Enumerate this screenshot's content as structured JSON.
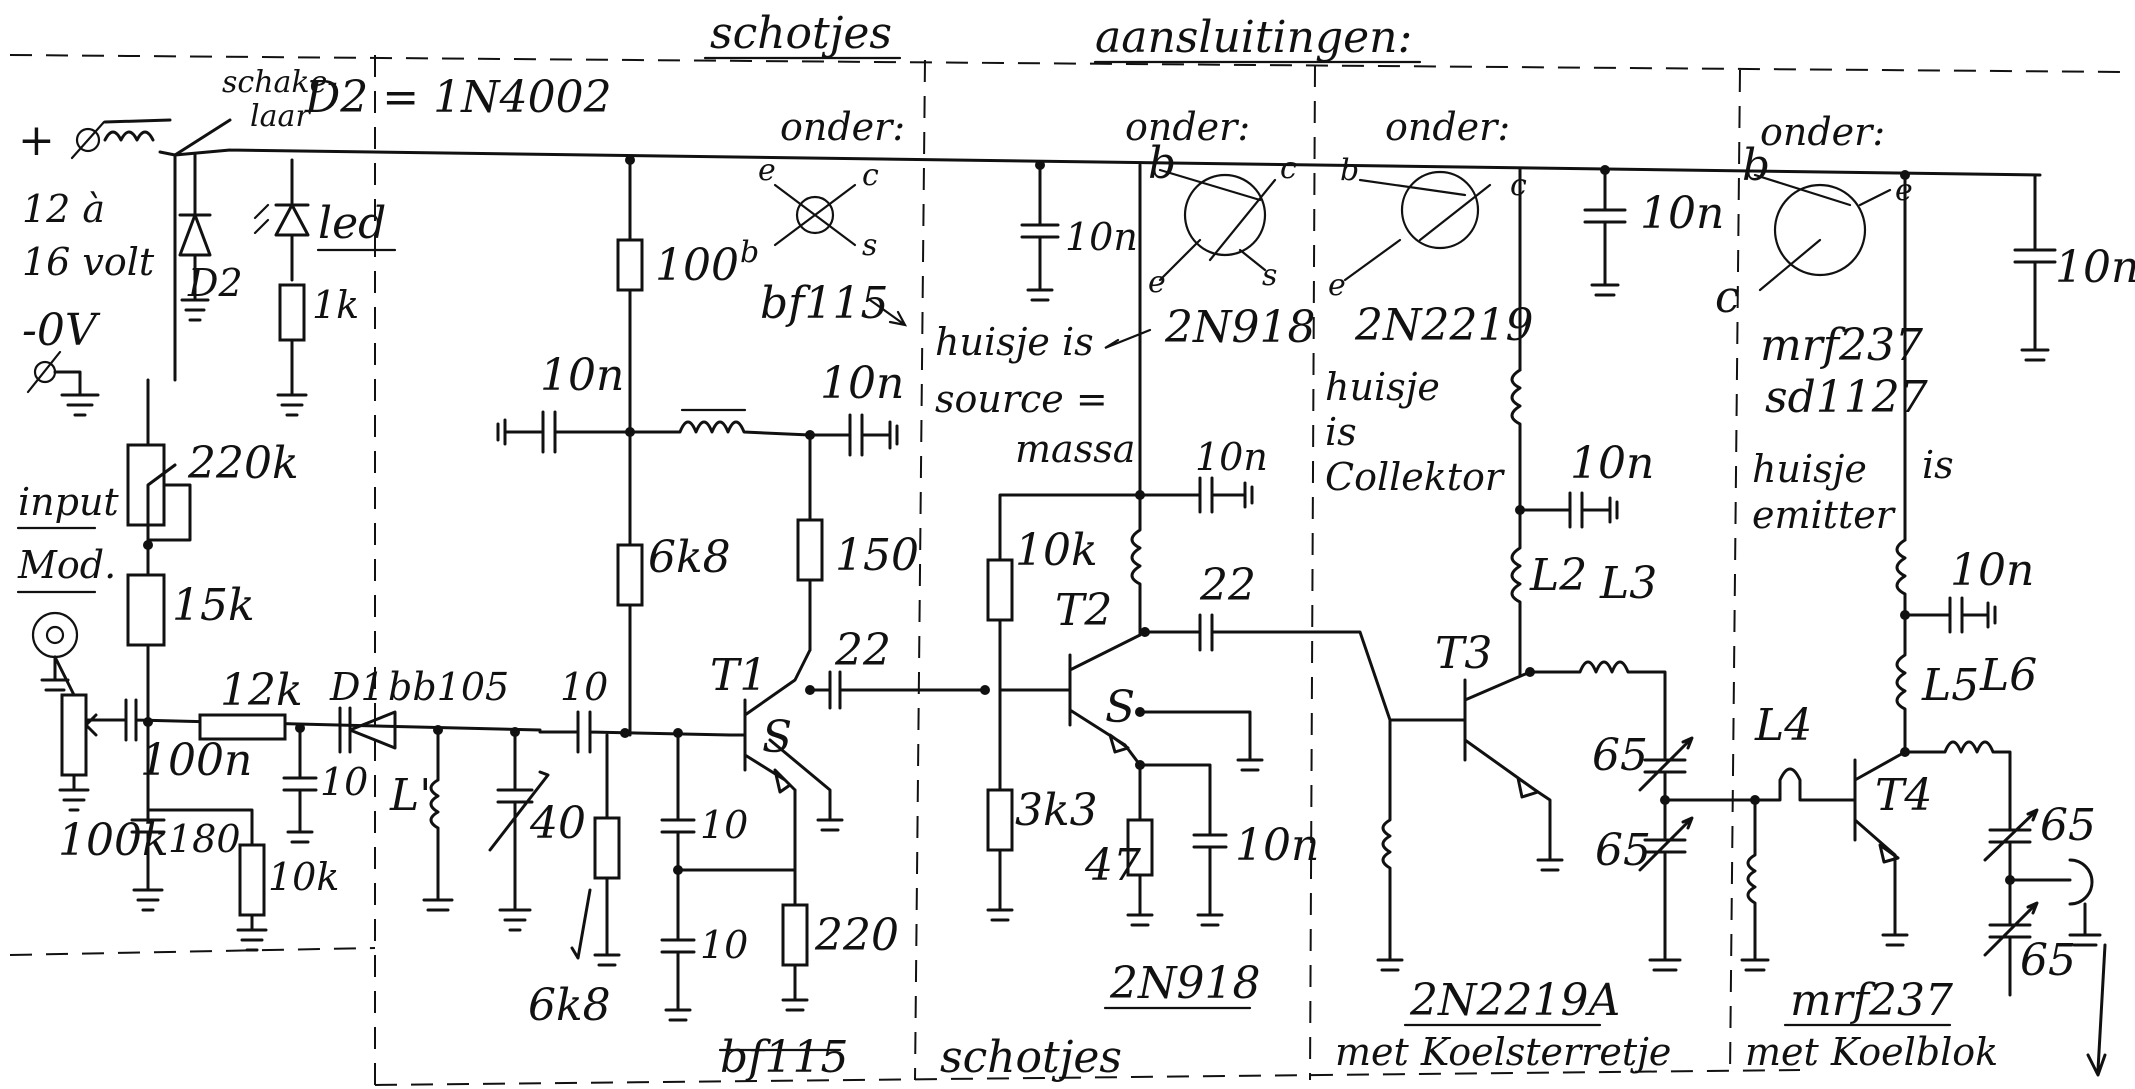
{
  "headings": {
    "schotjes_top": "schotjes",
    "aansluitingen": "aansluitingen:",
    "schotjes_bottom": "schotjes"
  },
  "supply": {
    "plus": "+",
    "voltage": "12 à\n16 volt",
    "ground": "-0V",
    "switch": "schake-\nlaar",
    "led": "led",
    "r_led": "1k",
    "d2": "D2",
    "d2_type": "D2 = 1N4002"
  },
  "input_stage": {
    "input": "input",
    "mod": "Mod.",
    "pot_220k": "220k",
    "r_15k": "15k",
    "r_12k": "12k",
    "pot_100k": "100k",
    "c_100n": "100n",
    "c_180": "180",
    "r_10k": "10k",
    "c_10": "10",
    "d1": "D1",
    "d1_type": "bb105",
    "l1": "L'"
  },
  "stage_t1": {
    "r_100": "100",
    "c_10n_left": "10n",
    "c_10n_right": "10n",
    "r_6k8": "6k8",
    "r_150": "150",
    "c_10": "10",
    "c_40": "40",
    "r_6k8_b": "6k8",
    "c_10_a": "10",
    "c_10_b": "10",
    "r_220": "220",
    "t1": "T1",
    "s": "S",
    "c_22": "22",
    "type": "bf115"
  },
  "pinouts": {
    "onder": "onder:",
    "bf115": "bf115",
    "bf115_pins": [
      "e",
      "c",
      "b",
      "s"
    ],
    "huisje_source": "huisje is\nsource =\nmassa",
    "t2_label": "2N918",
    "t2_pins": [
      "b",
      "c",
      "e",
      "s"
    ],
    "t3_label": "2N2219",
    "t3_pins": [
      "b",
      "c",
      "e"
    ],
    "t3_note": "huisje\nis\nCollektor",
    "t4_label": "mrf237\nsd1127",
    "t4_pins": [
      "b",
      "e",
      "c"
    ],
    "t4_note": "huisje\nemitter",
    "t4_is": "is"
  },
  "stage_t2": {
    "c_10n_top": "10n",
    "c_10n_mid": "10n",
    "r_10k": "10k",
    "r_3k3": "3k3",
    "t2": "T2",
    "s": "S",
    "c_22": "22",
    "r_47": "47",
    "c_10n_bottom": "10n",
    "type": "2N918"
  },
  "stage_t3": {
    "c_10n_top": "10n",
    "c_10n_mid": "10n",
    "l2": "L2",
    "l3": "L3",
    "t3": "T3",
    "c_65_a": "65",
    "c_65_b": "65",
    "type": "2N2219A",
    "note": "met Koelsterretje"
  },
  "stage_t4": {
    "c_10n_top": "10n",
    "c_10n_mid": "10n",
    "l4": "L4",
    "l5": "L5",
    "l6": "L6",
    "t4": "T4",
    "c_65_a": "65",
    "c_65_b": "65",
    "type": "mrf237",
    "note": "met Koelblok"
  },
  "colors": {
    "ink": "#111111",
    "paper": "#ffffff"
  }
}
